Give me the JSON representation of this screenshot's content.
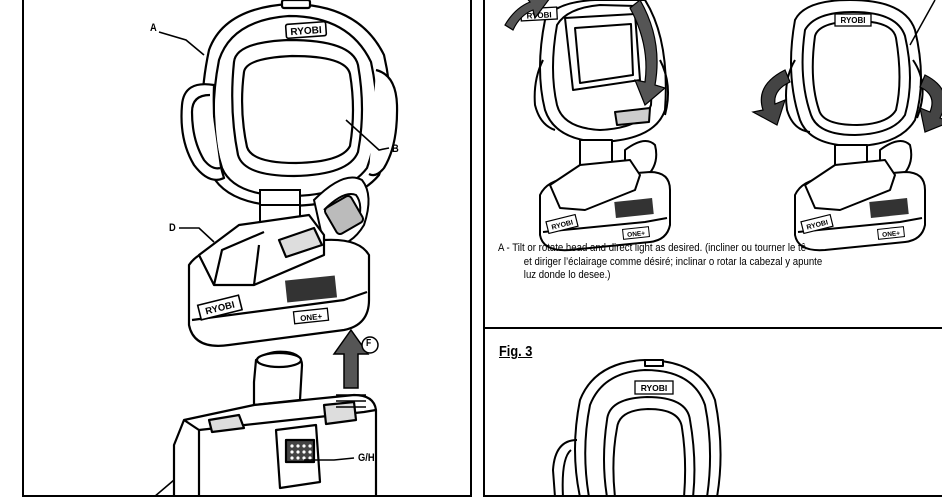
{
  "left_figure": {
    "callouts": {
      "a": "A",
      "b": "B",
      "d": "D",
      "f": "F",
      "gh": "G/H"
    },
    "brand": "RYOBI",
    "sub_brand": "ONE+"
  },
  "right_figure": {
    "caption": {
      "line1": "A - Tilt or rotate head and direct light as desired. (incliner ou tourner le tê",
      "line2": "et diriger l’éclairage comme désiré; inclinar o rotar la cabezal y apunte",
      "line3": "luz donde lo desee.)"
    },
    "fig3_label": "Fig. 3",
    "brand": "RYOBI",
    "sub_brand": "ONE+"
  },
  "colors": {
    "ink": "#000000",
    "paper": "#ffffff",
    "shade": "#d9d9d9",
    "dark_grille": "#333333"
  }
}
